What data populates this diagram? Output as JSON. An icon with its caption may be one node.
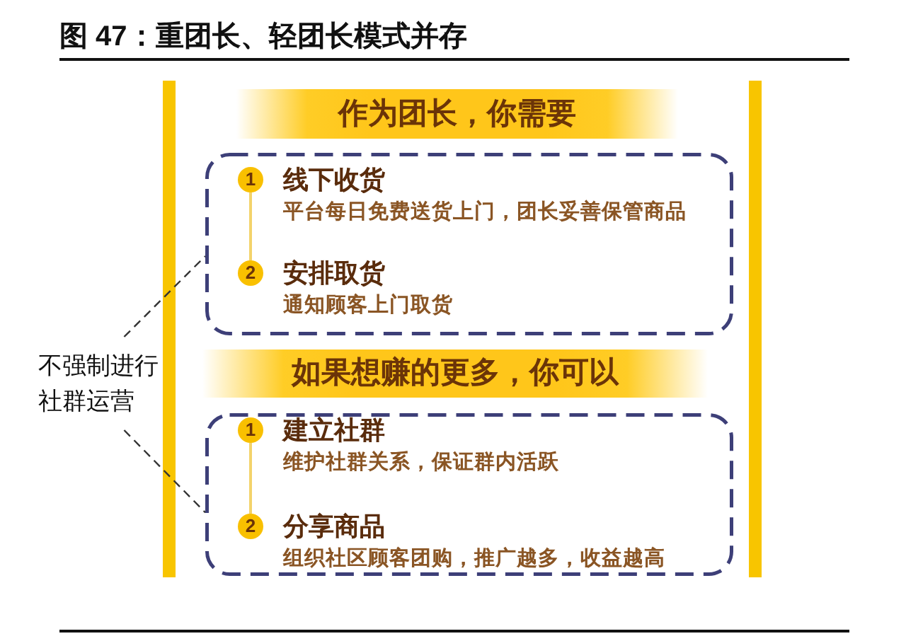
{
  "diagram": {
    "title": "图 47：重团长、轻团长模式并存",
    "nodes": [
      {
        "text": [
          "作为团长，你需要"
        ]
      },
      {
        "text": [],
        "shape": "box"
      },
      {
        "text": [
          "1"
        ],
        "in": 1,
        "beside": [
          "线下收货",
          "平台每日免费送货上门，团长妥善保管商品"
        ]
      },
      {
        "text": [
          "2"
        ],
        "in": 1,
        "beside": [
          "安排取货",
          "通知顾客上门取货"
        ]
      },
      {
        "text": [
          "如果想赚的更多，你可以"
        ]
      },
      {
        "text": [],
        "shape": "box"
      },
      {
        "text": [
          "1"
        ],
        "in": 5,
        "beside": [
          "建立社群",
          "维护社群关系，保证群内活跃"
        ]
      },
      {
        "text": [
          "2"
        ],
        "in": 5,
        "beside": [
          "分享商品",
          "组织社区顾客团购，推广越多，收益越高"
        ]
      },
      {
        "text": [
          "不强制进行社群运营"
        ]
      }
    ],
    "edges": [
      {
        "from": 2,
        "to": 3,
        "arrow": "none",
        "color": "#f3d36b"
      },
      {
        "from": 6,
        "to": 7,
        "arrow": "none",
        "color": "#f3d36b"
      },
      {
        "from": 8,
        "to": 1,
        "arrow": "none",
        "style": "dashed",
        "color": "#333333"
      },
      {
        "from": 8,
        "to": 5,
        "arrow": "none",
        "style": "dashed",
        "color": "#333333"
      }
    ]
  }
}
